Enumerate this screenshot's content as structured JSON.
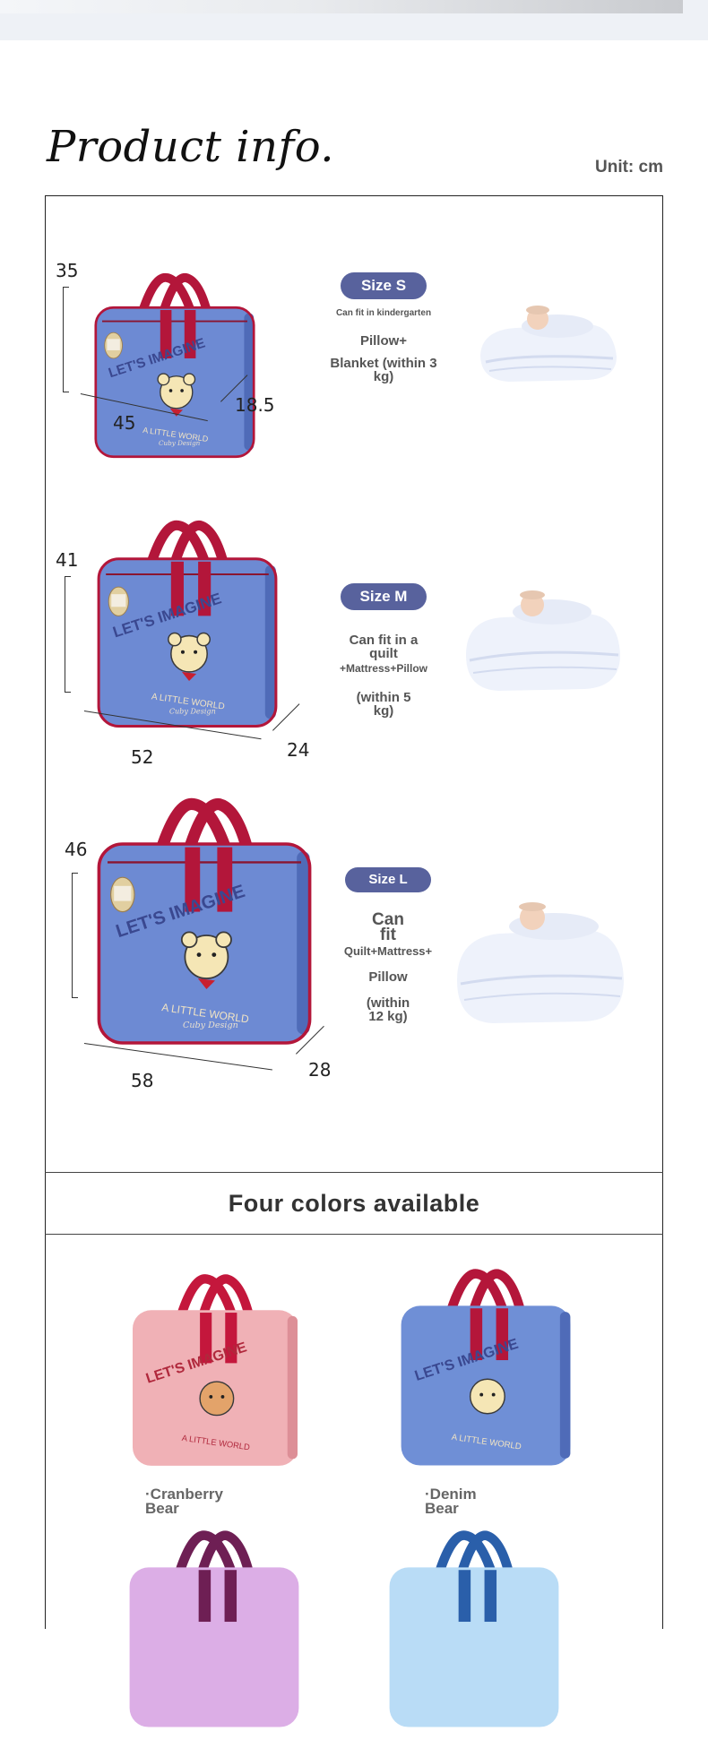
{
  "header": {
    "title": "Product info.",
    "unit": "Unit: cm"
  },
  "sizes": [
    {
      "label": "Size S",
      "height": "35",
      "width": "45",
      "depth": "18.5",
      "fine": "Can fit in kindergarten",
      "lines": [
        "Pillow+",
        "Blanket (within 3 kg)"
      ]
    },
    {
      "label": "Size M",
      "height": "41",
      "width": "52",
      "depth": "24",
      "lines": [
        "Can fit in a quilt",
        "+Mattress+Pillow",
        "(within 5 kg)"
      ]
    },
    {
      "label": "Size L",
      "height": "46",
      "width": "58",
      "depth": "28",
      "lines": [
        "Can fit",
        "Quilt+Mattress+",
        "Pillow",
        "(within 12 kg)"
      ]
    }
  ],
  "colors_section": {
    "title": "Four colors available",
    "items": [
      {
        "label": "·Cranberry Bear",
        "color": "#f0b1b6",
        "trim": "#c4173c"
      },
      {
        "label": "·Denim Bear",
        "color": "#6f8fd6",
        "trim": "#b4163a"
      },
      {
        "color": "#dcaee6",
        "trim": "#6e1f54"
      },
      {
        "color": "#b9dcf6",
        "trim": "#2a5faa"
      }
    ]
  },
  "bag_print": {
    "headline": "LET'S IMAGINE",
    "tagline": "A LITTLE WORLD",
    "signature": "Cuby Design"
  },
  "palette": {
    "bag_blue": "#6d8ad3",
    "bag_blue_dark": "#4f6bb8",
    "handle_red": "#b3163a",
    "pill": "#58629d",
    "blanket": "#eef2fb"
  }
}
